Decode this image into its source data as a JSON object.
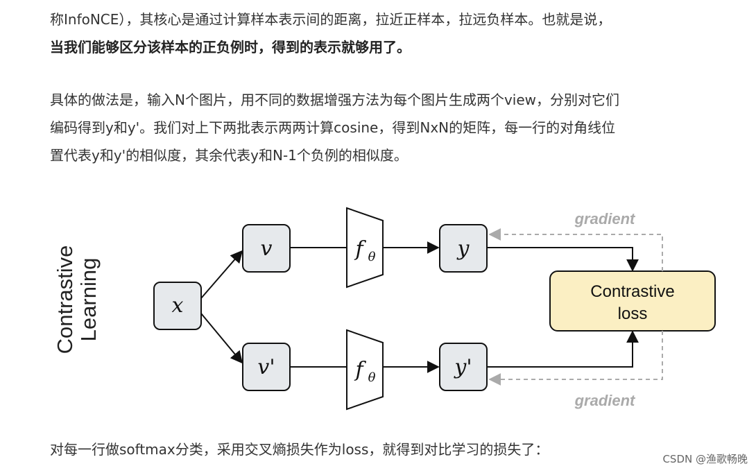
{
  "para1": {
    "line1": "称InfoNCE），其核心是通过计算样本表示间的距离，拉近正样本，拉远负样本。也就是说，",
    "line2": "当我们能够区分该样本的正负例时，得到的表示就够用了。"
  },
  "para2": {
    "line1": "具体的做法是，输入N个图片，用不同的数据增强方法为每个图片生成两个view，分别对它们",
    "line2": "编码得到y和y'。我们对上下两批表示两两计算cosine，得到NxN的矩阵，每一行的对角线位",
    "line3": "置代表y和y'的相似度，其余代表y和N-1个负例的相似度。"
  },
  "diagram": {
    "side_title_line1": "Contrastive",
    "side_title_line2": "Learning",
    "input_node": "x",
    "view_top": "v",
    "view_bottom": "v'",
    "encoder_label": "f",
    "encoder_subscript": "θ",
    "output_top": "y",
    "output_bottom": "y'",
    "loss_line1": "Contrastive",
    "loss_line2": "loss",
    "gradient_label": "gradient",
    "colors": {
      "node_fill": "#e6e9ec",
      "loss_fill": "#fbefc3",
      "gradient": "#aaaaaa",
      "stroke": "#111111"
    }
  },
  "para3": {
    "line1": "对每一行做softmax分类，采用交叉熵损失作为loss，就得到对比学习的损失了："
  },
  "watermark": "CSDN @渔歌畅晚"
}
